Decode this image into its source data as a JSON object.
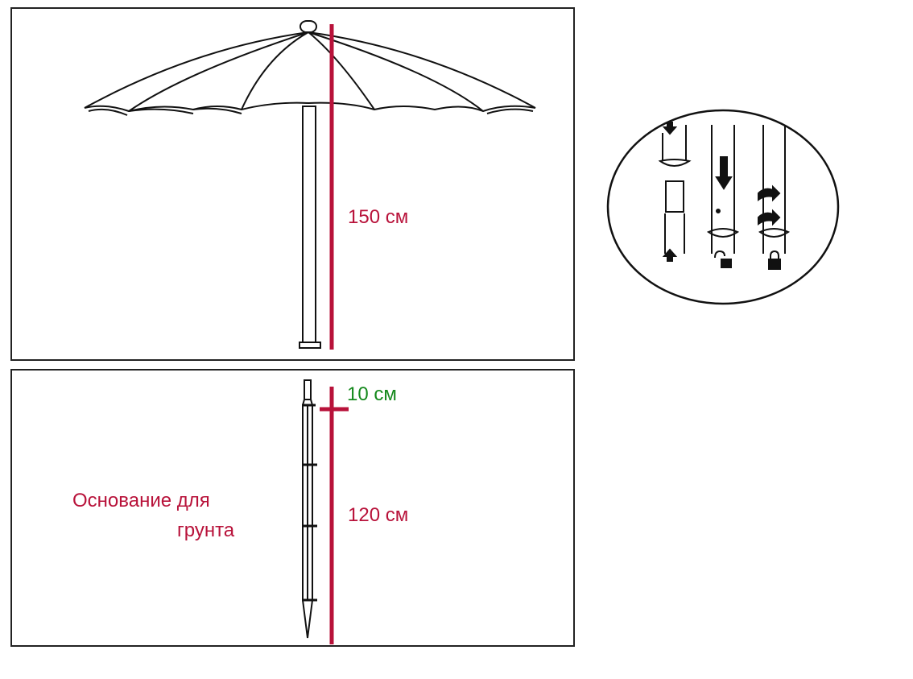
{
  "colors": {
    "dimension_red": "#b8123a",
    "dimension_green": "#14891c",
    "line": "#111111"
  },
  "umbrella_panel": {
    "height_label": "150 см"
  },
  "stake_panel": {
    "top_label": "10 см",
    "length_label": "120 см",
    "title_line1": "Основание для",
    "title_line2": "грунта"
  },
  "assembly_detail": {
    "icons": [
      "arrow-down-icon",
      "arrow-up-icon",
      "arrow-down-icon",
      "unlock-icon",
      "rotate-arrow-icon",
      "lock-icon"
    ]
  }
}
